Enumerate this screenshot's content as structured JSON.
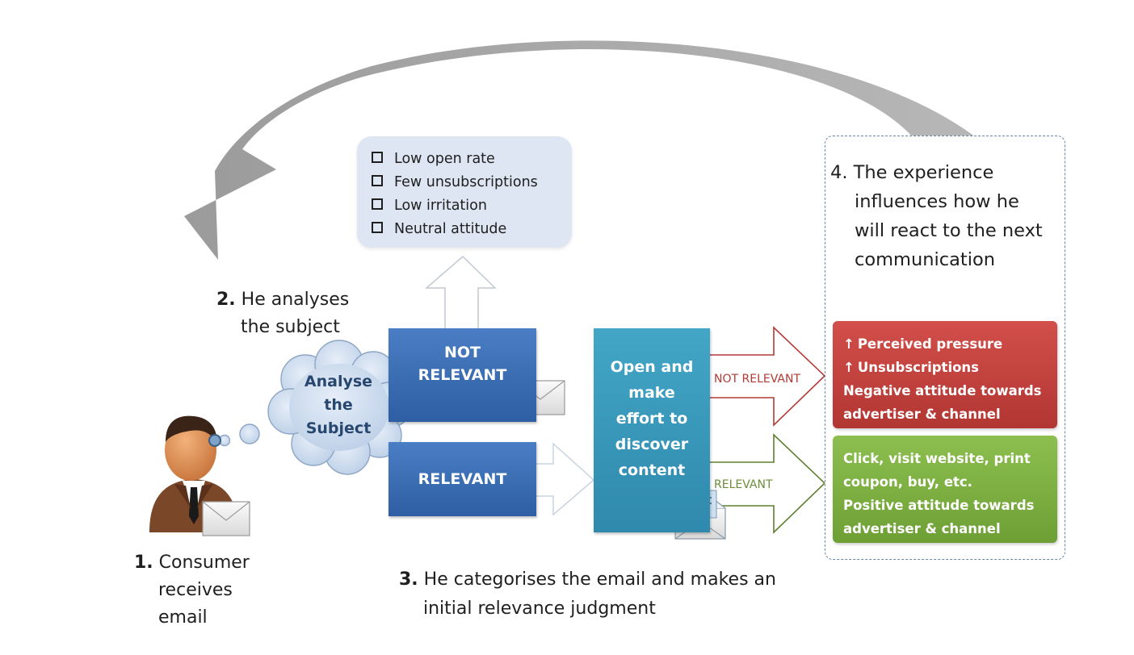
{
  "step1": {
    "number": "1.",
    "line1": "Consumer",
    "line2": "receives",
    "line3": "email"
  },
  "step2": {
    "number": "2.",
    "line1": "He analyses",
    "line2": "the subject"
  },
  "step3": {
    "number": "3.",
    "line1": "He categorises the email and makes an",
    "line2": "initial relevance judgment"
  },
  "step4": {
    "number": "4.",
    "line1": "The experience",
    "line2": "influences how he",
    "line3": "will react to the next",
    "line4": "communication"
  },
  "thought_cloud": {
    "line1": "Analyse",
    "line2": "the",
    "line3": "Subject"
  },
  "outcomes": [
    "Low open rate",
    "Few unsubscriptions",
    "Low irritation",
    "Neutral attitude"
  ],
  "categories": {
    "not_relevant": "NOT\nRELEVANT",
    "relevant": "RELEVANT"
  },
  "open_box": "Open and\nmake\neffort to\ndiscover\ncontent",
  "arrow_labels": {
    "not_relevant": "NOT RELEVANT",
    "relevant": "RELEVANT"
  },
  "negative_result": {
    "line1": "Perceived pressure",
    "line2": "Unsubscriptions",
    "line3": "Negative attitude towards",
    "line4": "advertiser & channel",
    "arrow_glyph": "↑"
  },
  "positive_result": {
    "line1": "Click, visit website, print",
    "line2": "coupon, buy, etc.",
    "line3": "Positive attitude towards",
    "line4": "advertiser & channel"
  },
  "colors": {
    "feedback_arrow": "#a6a6a6",
    "category_blue": "#3a6cb3",
    "open_teal": "#3a97bb",
    "negative_red": "#c0403d",
    "positive_green": "#7cae42",
    "outcomes_bg": "#dde6f2",
    "not_relevant_arrow": "#b23a36",
    "relevant_arrow": "#5e7f2e"
  }
}
